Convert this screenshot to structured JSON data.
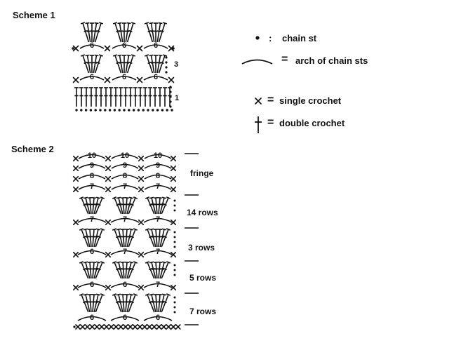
{
  "scheme1": {
    "title": "Scheme 1",
    "row_labels": [
      "3",
      "1"
    ],
    "arch_counts": [
      "6",
      "6",
      "6",
      "6",
      "6",
      "6"
    ]
  },
  "scheme2": {
    "title": "Scheme 2",
    "arch_counts": [
      [
        "10",
        "10",
        "10"
      ],
      [
        "9",
        "9",
        "9"
      ],
      [
        "8",
        "8",
        "8"
      ],
      [
        "7",
        "7",
        "7"
      ],
      [
        "7",
        "7",
        "7"
      ],
      [
        "6",
        "7",
        "7"
      ],
      [
        "6",
        "6",
        "7"
      ],
      [
        "6",
        "6",
        "6"
      ]
    ],
    "section_labels": [
      "fringe",
      "14 rows",
      "3 rows",
      "5 rows",
      "7 rows"
    ]
  },
  "legend": {
    "chain_label": "chain st",
    "chain_sep": ":",
    "arch_label": "arch of chain sts",
    "arch_sep": "=",
    "sc_label": "single crochet",
    "sc_sep": "=",
    "dc_label": "double crochet",
    "dc_sep": "="
  }
}
